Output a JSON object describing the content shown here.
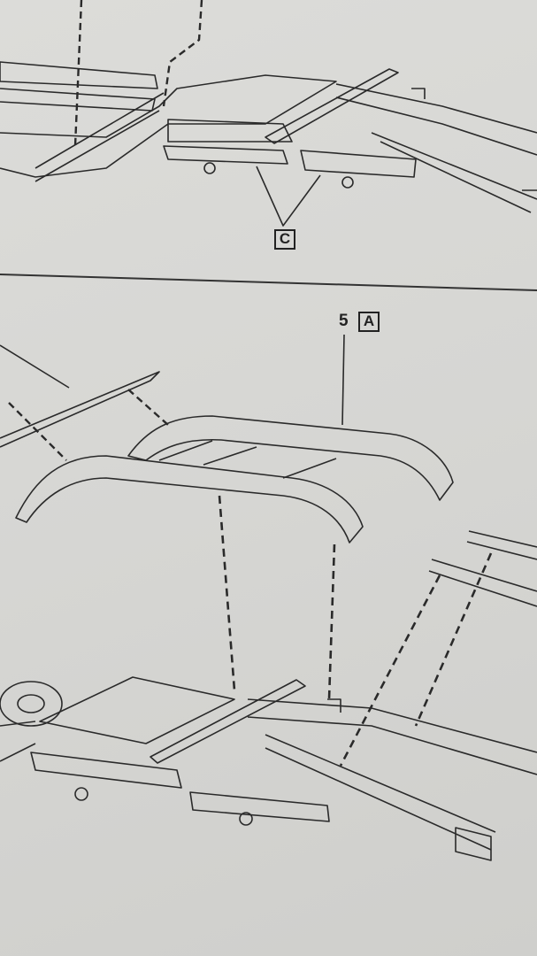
{
  "callouts": {
    "part_c_label": "C",
    "step_number": "5",
    "part_a_label": "A"
  },
  "colors": {
    "paper": "#d8d8d5",
    "ink": "#2a2a2a"
  }
}
